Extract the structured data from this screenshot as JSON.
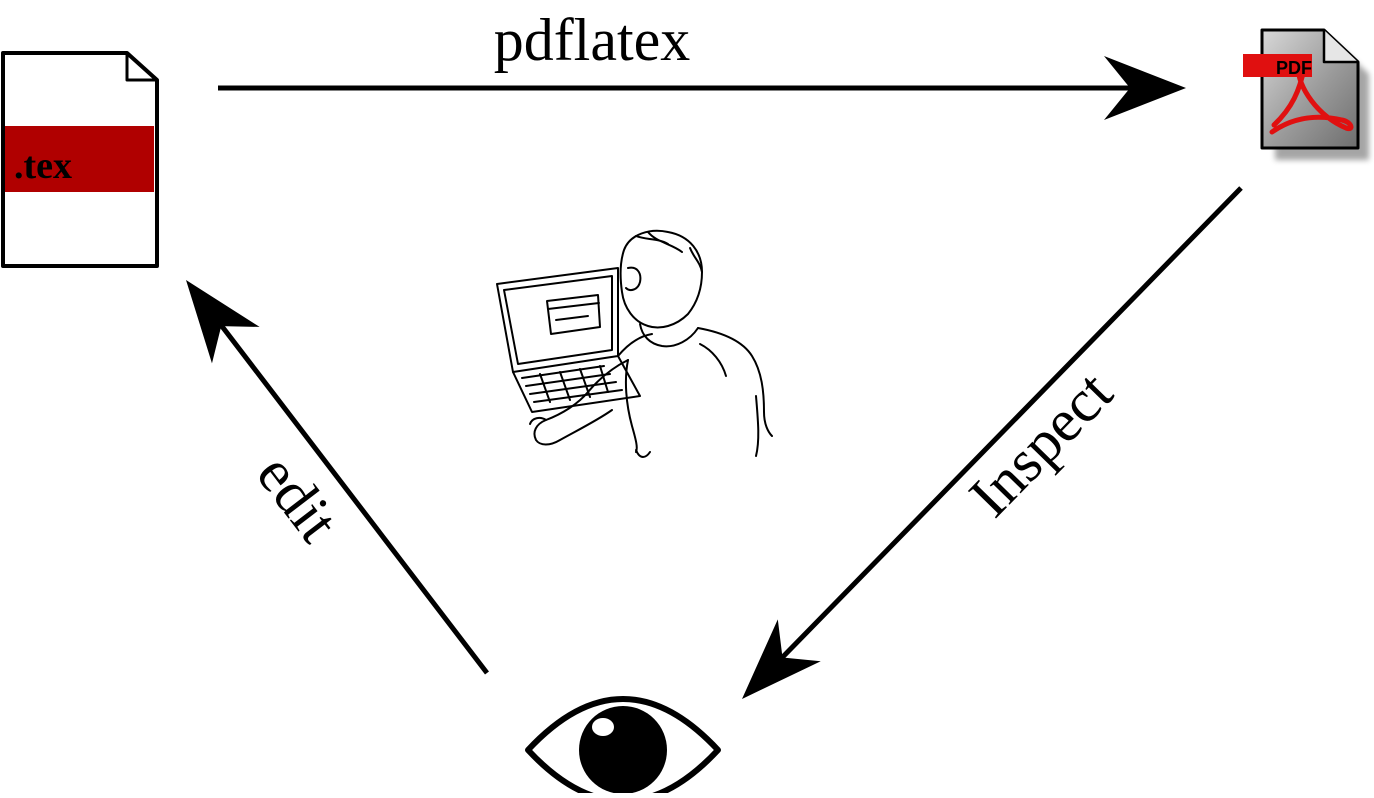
{
  "nodes": {
    "tex_file": {
      "label": ".tex",
      "band_color": "#b00000"
    },
    "pdf_file": {
      "badge": "PDF",
      "badge_color": "#e01010",
      "body_color": "#9a9a9a"
    },
    "eye": {
      "icon": "eye-icon"
    },
    "person": {
      "icon": "person-at-laptop-icon"
    }
  },
  "edges": {
    "compile": {
      "label": "pdflatex"
    },
    "inspect": {
      "label": "Inspect"
    },
    "edit": {
      "label": "edit"
    }
  }
}
